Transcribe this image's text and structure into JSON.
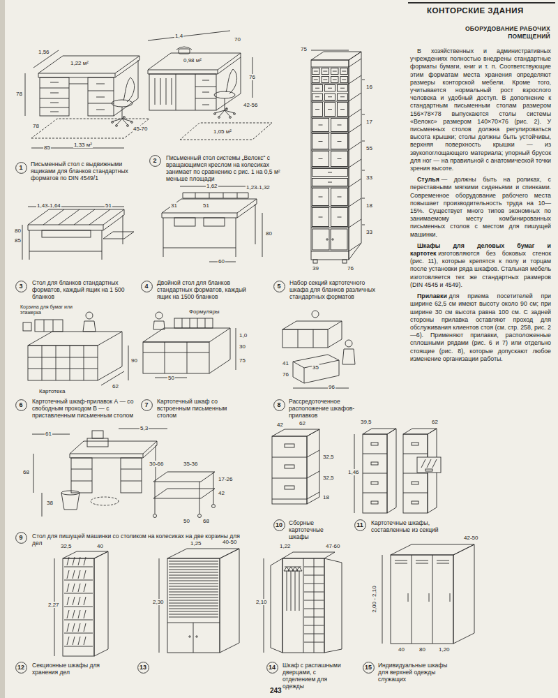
{
  "diagram": {
    "title": "КОНТОРСКИЕ ЗДАНИЯ",
    "nodes": [
      {
        "text": [
          "1"
        ]
      },
      {
        "text": [
          "2"
        ]
      },
      {
        "text": [
          "3"
        ]
      },
      {
        "text": [
          "4"
        ]
      },
      {
        "text": [
          "5"
        ]
      },
      {
        "text": [
          "6"
        ]
      },
      {
        "text": [
          "7"
        ]
      },
      {
        "text": [
          "8"
        ]
      },
      {
        "text": [
          "9"
        ]
      },
      {
        "text": [
          "10"
        ]
      },
      {
        "text": [
          "11"
        ]
      },
      {
        "text": [
          "12"
        ]
      },
      {
        "text": [
          "13"
        ]
      },
      {
        "text": [
          "14"
        ]
      },
      {
        "text": [
          "15"
        ]
      }
    ],
    "labels": [
      "ОБОРУДОВАНИЕ РАБОЧИХ ПОМЕЩЕНИЙ",
      "В хозяйственных и административных учреждениях полностью внедрены стандартные форматы бумаги, книг и т. п. Соответствующие этим форматам места хранения определяют размеры конторской мебели. Кроме того, учитывается нормальный рост взрослого человека и удобный доступ. В дополнение к стандартным письменным столам размером 156×78×78 выпускаются столы системы «Велокс» размером 140×70×76 (рис. 2). У письменных столов должна регулироваться высота крышки; столы должны быть устойчивы, верхняя поверхность крышки — из звукопоглощающего материала; упорный брусок для ног — на правильной с анатомической точки зрения высоте.",
      "Стулья",
      "— должны быть на роликах, с переставными мягкими сиденьями и спинками. Современное оборудование рабочего места повышает производительность труда на 10—15%. Существует много типов экономных по занимаемому месту комбинированных письменных столов с местом для пишущей машинки.",
      "Шкафы для деловых бумаг и картотек",
      "изготовляются без боковых стенок (рис. 11), которые крепятся к полу и торцам после установки ряда шкафов. Стальная мебель изготовляется тех же стандартных размеров (DIN 4545 и 4549).",
      "Прилавки",
      "для приема посетителей при ширине 62,5 см имеют высоту около 90 см; при ширине 30 см высота равна 100 см. С задней стороны прилавка оставляют проход для обслуживания клиентов стоя (см. стр. 258, рис. 2—6). Применяют прилавки, расположенные сплошными рядами (рис. 6 и 7) или отдельно стоящие (рис. 8), которые допускают любое изменение организации работы.",
      "Письменный стол с выдвижными ящиками для бланков стандартных форматов по DIN 4549/1",
      "Письменный стол системы „Велокс“ с вращающимся креслом на колесиках занимает по сравнению с рис. 1 на 0,5 м² меньше площади",
      "Стол для бланков стандартных форматов, каждый ящик на 1 500 бланков",
      "Двойной стол для бланков стандартных форматов, каждый ящик на 1500 бланков",
      "Набор секций картотечного шкафа для бланков различных стандартных форматов",
      "Картотечный шкаф-прилавок А — со свободным проходом В — с приставленным письменным столом",
      "Картотечный шкаф со встроенным письменным столом",
      "Рассредоточенное расположение шкафов-прилавков",
      "Стол для пишущей машинки со столиком на колесиках на две корзины для дел",
      "Сборные картотечные шкафы",
      "Картотечные шкафы, составленные из секций",
      "Секционные шкафы для хранения дел",
      "Шкаф с распашными дверцами, с отделением для одежды",
      "Индивидуальные шкафы для верхней одежды служащих",
      "1,56",
      "1,22 м²",
      "78",
      "78",
      "85",
      "1,33 м²",
      "45-70",
      "1,4",
      "0,98 м²",
      "70",
      "76",
      "42-56",
      "1,05 м²",
      "75",
      "16",
      "17",
      "55",
      "33",
      "18",
      "33",
      "39",
      "76",
      "1,43-1,64",
      "51",
      "80",
      "85",
      "1,62",
      "31",
      "51",
      "1,23-1,32",
      "80",
      "60",
      "Корзина для бумаг или этажерка",
      "90",
      "62",
      "Картотека",
      "Формуляры",
      "1,0",
      "30",
      "75",
      "50",
      "41",
      "76",
      "35",
      "96",
      "61",
      "5,3",
      "68",
      "38",
      "30-66",
      "35-36",
      "17-26",
      "42",
      "50",
      "68",
      "42",
      "62",
      "32,5",
      "32,5",
      "18",
      "39,5",
      "62",
      "1,46",
      "32,5",
      "40",
      "2,27",
      "1,25",
      "40-50",
      "2,30",
      "1,22",
      "47-60",
      "2,10",
      "42-50",
      "2,00 - 2,10",
      "40",
      "80",
      "1,20",
      "243"
    ]
  }
}
